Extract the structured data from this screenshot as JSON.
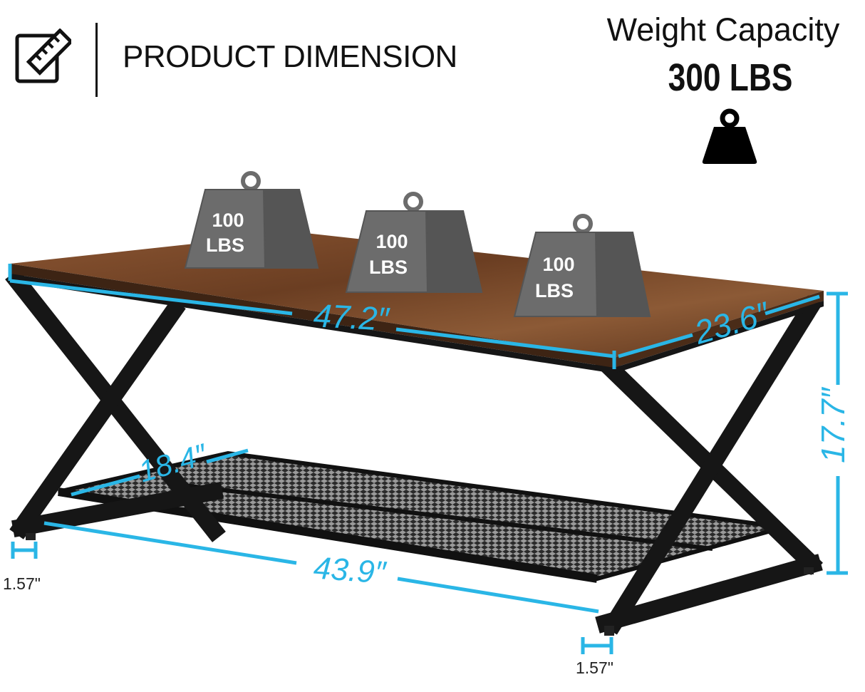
{
  "header": {
    "title": "PRODUCT DIMENSION",
    "icon": "measure-pencil-icon"
  },
  "capacity": {
    "label": "Weight Capacity",
    "value": "300 LBS",
    "icon": "weight-icon"
  },
  "weights": [
    {
      "number": "100",
      "unit": "LBS"
    },
    {
      "number": "100",
      "unit": "LBS"
    },
    {
      "number": "100",
      "unit": "LBS"
    }
  ],
  "dimensions": {
    "top_width": "47.2″",
    "top_depth": "23.6″",
    "height": "17.7″",
    "shelf_depth": "18.4″",
    "base_width": "43.9″",
    "foot_left": "1.57\"",
    "foot_right": "1.57\""
  },
  "colors": {
    "dimension_line": "#2ab6e6",
    "frame": "#1a1a1a",
    "wood": "#7a4a2a",
    "weight": "#6f6f6f"
  }
}
